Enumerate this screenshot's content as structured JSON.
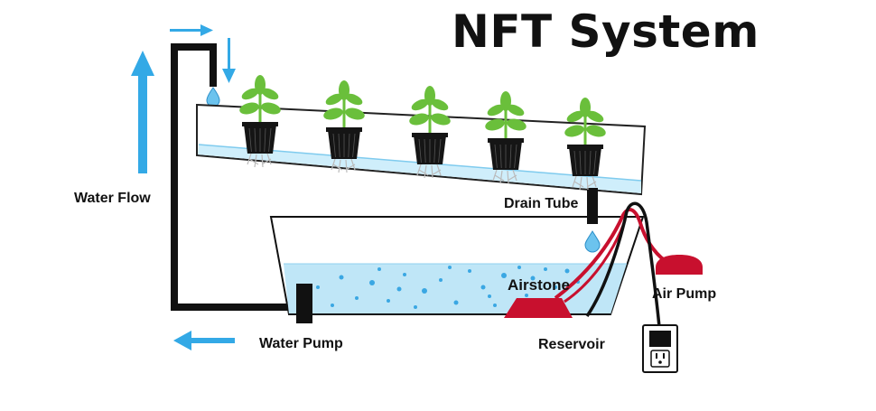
{
  "title": "NFT System",
  "labels": {
    "water_flow": "Water Flow",
    "drain_tube": "Drain Tube",
    "airstone": "Airstone",
    "air_pump": "Air Pump",
    "water_pump": "Water Pump",
    "reservoir": "Reservoir"
  },
  "colors": {
    "flow_arrow": "#33a9e6",
    "water": "#bfe6f7",
    "bubble": "#3aa7e3",
    "pipe": "#111111",
    "air_tube": "#c8102e",
    "air_pump": "#c8102e",
    "airstone": "#c8102e",
    "plant_leaf": "#6abf3b",
    "net_pot": "#151515",
    "roots": "#bbbbbb"
  },
  "icons": {
    "arrows": "flow-arrow-icon",
    "droplet": "water-drop-icon",
    "outlet": "power-outlet-icon"
  },
  "plants": [
    {
      "name": "plant-1"
    },
    {
      "name": "plant-2"
    },
    {
      "name": "plant-3"
    },
    {
      "name": "plant-4"
    },
    {
      "name": "plant-5"
    }
  ]
}
